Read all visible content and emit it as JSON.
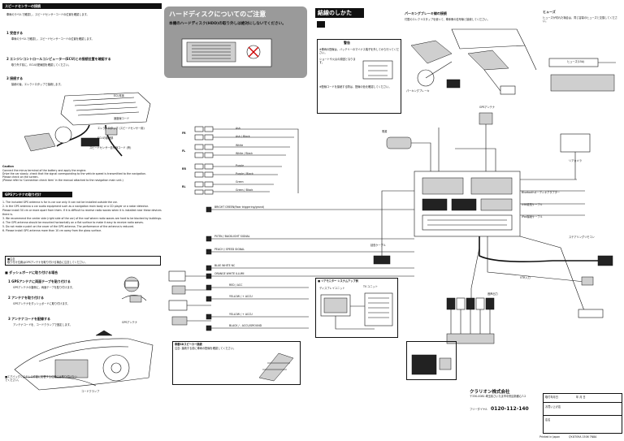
{
  "left": {
    "section1_title": "スピードセンサーの接続",
    "step1_label": "1 受信する",
    "step1_text": "車両のラベルで確認し、スピードセンサーコードの位置を確認します。",
    "step2_label": "2 エンジンコントロールコンピューター(ECU)との接続位置を確認する",
    "step2_text": "取り外す前に、ECUの配線図を確認してください。",
    "step3_label": "3 接続する",
    "step3_text": "接続の後、エレクトロタップで接続します。",
    "label_ecu": "ECU本体",
    "label_speed": "速度線コード",
    "label_electrotap": "エレクトロタップ (スピードセンサー用)",
    "label_ecu_connector": "ECUの接続部",
    "label_speed_signal": "スピードセンサー信号線コード (黄)",
    "caution_title": "Caution",
    "caution_lines": [
      "Connect the minus terminal of the battery and apply the engine.",
      "Drive the car slowly, check that the signal corresponding to the vehicle speed is transmitted to the navigation.",
      "Please check on the screen.",
      "(Please refer to 'Connection check item' in the manual attached to the navigation main unit.)"
    ],
    "gps_title": "GPSアンテナの取り付け",
    "gps_lines": [
      "1. The included GPS antenna is for in-car use only. It can not be installed outside the car.",
      "2. In the GPS antenna a car audio equipment such as a navigation main body or a CD player or a radar detector.",
      "Please install 50 cm or more apart from them. If it is difficult to receive radio waves when it is installed near these devices",
      "there is.",
      "3. We recommend the center side (right side of the car) of the roof where radio waves are hard to be blocked by buildings.",
      "4. The GPS antenna should be mounted horizontally on a flat surface to make it easy to receive radio waves.",
      "5. Do not make a point on the cover of the GPS antenna. The performance of the antenna is reduced.",
      "6. Please install GPS antenna more than 10 cm away from the glass surface."
    ],
    "note_title": "■注意",
    "note_text": "取り付け位置はGPSアンテナを取り付ける場合に注意してください。",
    "dash_title": "■ ダッシュボードに取り付ける場合",
    "dash_step1": "1 GPSアンテナに両面テープを貼り付ける",
    "dash_step1_text": "GPSアンテナの裏側に、両面テープを貼り付けます。",
    "dash_step2": "2 アンテナを取り付ける",
    "dash_step2_text": "GPSアンテナをダッシュボードに取り付けます。",
    "dash_step3": "3 アンテナコードを配線する",
    "dash_step3_text": "アンテナコードを、コードクランプで固定します。",
    "label_gps_antenna": "GPSアンテナ",
    "label_code_clamp": "コードクランプ",
    "bottom_note": "■エアバッグシステムの作動に影響する位置には取り付けないでください。"
  },
  "middle": {
    "hdd_banner": "ハードディスクについてのご注意",
    "hdd_text": "本機のハードディスク(HDD)の取り外しは絶対にしないでください。",
    "speakers": [
      {
        "side": "FR",
        "colors": [
          "Ash",
          "Ash / Black",
          "White",
          "White / Black"
        ]
      },
      {
        "side": "FL",
        "colors": []
      },
      {
        "side": "RR",
        "colors": [
          "Purple",
          "Purple / Black",
          "Green",
          "Green / Black"
        ]
      },
      {
        "side": "RL",
        "colors": []
      }
    ],
    "wire_labels": [
      "BRIGHT GREEN(Rear triggering/grand)",
      "PUTIN / BACKLIGHT SIGNAL",
      "PEACH / SPEED SIGNAL",
      "BLUE WHITE NC",
      "ORANGE WHITE ILLUMI",
      "RED / ACC",
      "YELLOW / + ACCU",
      "YELLOW / + ACCU",
      "BLACK / - ACCU/GROUND"
    ],
    "rear_monitor_title": "■ リアモニター システムアップ例",
    "rear_monitor_sub": "ディスプレイユニット",
    "rear_unit": "TV ユニット",
    "speaker_box_title": "車載SDスピーカー接続",
    "speaker_box_text": "注意: 接続する前に車両の配線を確認してください。"
  },
  "right": {
    "connection_title": "結線のしかた",
    "warning_title": "警告",
    "warning_lines": [
      "※車両の配線は、バッテリーのマイナス端子を外してから行ってください。",
      "ショートや火災の原因となります。",
      "※配線コードを接続する際は、配線の色を確認してください。"
    ],
    "parking_title": "パーキングブレーキ線の接続",
    "parking_text": "付属のエレクトロタップを使って、車体側の信号線と接続してください。",
    "parking_label": "パーキングブレーキ",
    "fuse_title": "ヒューズ",
    "fuse_text": "ヒューズが切れた場合は、同じ容量のヒューズと交換してください。",
    "fuse_label": "ヒューズ(15A)",
    "labels": {
      "gps": "GPSアンテナ",
      "power": "電源",
      "rear_cam": "リアカメラ",
      "bt": "Bluetoothオーディオアダプター",
      "usb": "USB延長ケーブル",
      "ipod": "iPod接続ケーブル",
      "vtr": "VTR入力",
      "audio_out": "音声出力",
      "sw_remote": "ステアリングリモコン",
      "extension": "延長ケーブル"
    },
    "company": "クラリオン株式会社",
    "address": "〒330-0081 埼玉県さいたま市中央区新都心7-2",
    "freedial_label": "フリーダイヤル",
    "freedial": "0120-112-140",
    "form_rows": [
      "取付年月日",
      "お買い上げ店",
      "店名"
    ],
    "form_year": "年  月  日",
    "printed": "Printed in Japan",
    "code": "QY-8709A 1506 7N8A"
  }
}
